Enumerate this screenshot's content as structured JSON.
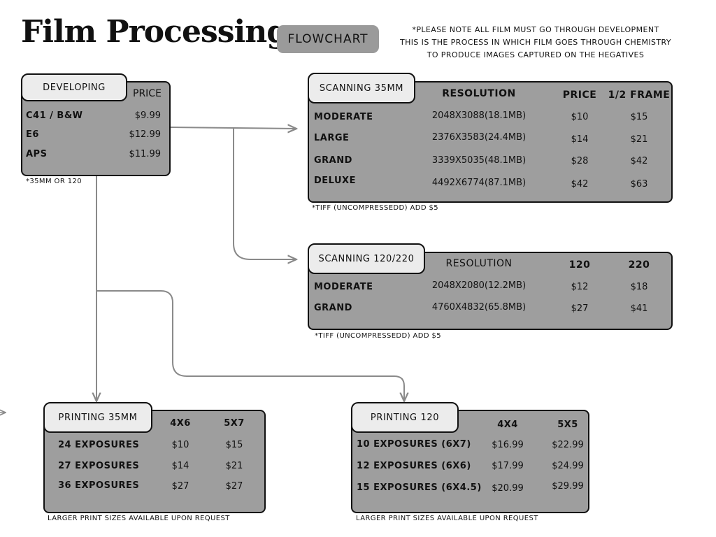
{
  "header": {
    "title": "Film Processing",
    "badge": "FLOWCHART",
    "note_lines": [
      "*PLEASE NOTE ALL FILM MUST GO THROUGH DEVELOPMENT",
      "THIS IS THE PROCESS IN WHICH FILM GOES THROUGH CHEMISTRY",
      "TO PRODUCE IMAGES CAPTURED ON THE HEGATIVES"
    ]
  },
  "developing": {
    "tab": "DEVELOPING",
    "price_header": "PRICE",
    "rows": [
      {
        "name": "C41 / B&W",
        "price": "$9.99"
      },
      {
        "name": "E6",
        "price": "$12.99"
      },
      {
        "name": "APS",
        "price": "$11.99"
      }
    ],
    "footnote": "*35MM OR 120"
  },
  "scanning35": {
    "tab": "SCANNING 35MM",
    "headers": [
      "RESOLUTION",
      "PRICE",
      "1/2 FRAME"
    ],
    "rows": [
      {
        "name": "MODERATE",
        "resolution": "2048X3088(18.1MB)",
        "price": "$10",
        "half": "$15"
      },
      {
        "name": "LARGE",
        "resolution": "2376X3583(24.4MB)",
        "price": "$14",
        "half": "$21"
      },
      {
        "name": "GRAND",
        "resolution": "3339X5035(48.1MB)",
        "price": "$28",
        "half": "$42"
      },
      {
        "name": "DELUXE",
        "resolution": "4492X6774(87.1MB)",
        "price": "$42",
        "half": "$63"
      }
    ],
    "footnote": "*TIFF (UNCOMPRESSEDD) ADD $5"
  },
  "scanning120": {
    "tab": "SCANNING 120/220",
    "headers": [
      "RESOLUTION",
      "120",
      "220"
    ],
    "rows": [
      {
        "name": "MODERATE",
        "resolution": "2048X2080(12.2MB)",
        "p120": "$12",
        "p220": "$18"
      },
      {
        "name": "GRAND",
        "resolution": "4760X4832(65.8MB)",
        "p120": "$27",
        "p220": "$41"
      }
    ],
    "footnote": "*TIFF (UNCOMPRESSEDD) ADD $5"
  },
  "printing35": {
    "tab": "PRINTING 35MM",
    "headers": [
      "4X6",
      "5X7"
    ],
    "rows": [
      {
        "name": "24 EXPOSURES",
        "a": "$10",
        "b": "$15"
      },
      {
        "name": "27 EXPOSURES",
        "a": "$14",
        "b": "$21"
      },
      {
        "name": "36 EXPOSURES",
        "a": "$27",
        "b": "$27"
      }
    ],
    "footnote": "LARGER PRINT SIZES AVAILABLE UPON REQUEST"
  },
  "printing120": {
    "tab": "PRINTING 120",
    "headers": [
      "4X4",
      "5X5"
    ],
    "rows": [
      {
        "name": "10 EXPOSURES (6X7)",
        "a": "$16.99",
        "b": "$22.99"
      },
      {
        "name": "12 EXPOSURES (6X6)",
        "a": "$17.99",
        "b": "$24.99"
      },
      {
        "name": "15 EXPOSURES (6X4.5)",
        "a": "$20.99",
        "b": "$29.99"
      }
    ],
    "footnote": "LARGER PRINT SIZES AVAILABLE UPON REQUEST"
  },
  "colors": {
    "box_fill": "#9e9e9e",
    "tab_fill": "#ececec",
    "badge_fill": "#9a9a9a",
    "connector": "#8a8a8a"
  }
}
